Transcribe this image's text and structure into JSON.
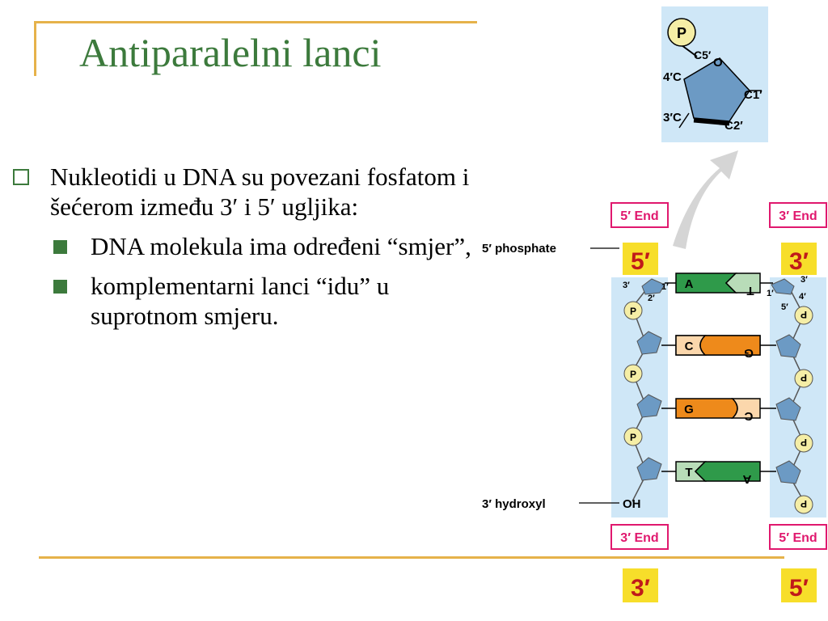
{
  "title": "Antiparalelni lanci",
  "bullets": {
    "main": "Nukleotidi u DNA su povezani fosfatom i šećerom između 3′ i 5′ ugljika:",
    "sub1": "DNA molekula ima određeni “smjer”,",
    "sub2": "komplementarni lanci “idu” u suprotnom smjeru."
  },
  "diagram": {
    "inset": {
      "phosphate": "P",
      "atoms": [
        "C5′",
        "O",
        "4′C",
        "C1′",
        "3′C",
        "C2′"
      ]
    },
    "end_labels": {
      "top_left": "5′ End",
      "top_right": "3′ End",
      "bottom_left": "3′ End",
      "bottom_right": "5′ End"
    },
    "side_labels": {
      "phosphate_5": "5′ phosphate",
      "hydroxyl_3": "3′ hydroxyl",
      "oh": "OH"
    },
    "big_labels": {
      "top_left": "5′",
      "top_right": "3′",
      "bottom_left": "3′",
      "bottom_right": "5′"
    },
    "carbon_numbers": {
      "left_3": "3′",
      "left_2": "2′",
      "left_1": "1′",
      "right_1": "1′",
      "right_5": "5′",
      "right_4": "4′",
      "right_3": "3′"
    },
    "phosphate_symbol": "P",
    "base_pairs": [
      {
        "left": "A",
        "right": "T"
      },
      {
        "left": "C",
        "right": "G"
      },
      {
        "left": "G",
        "right": "C"
      },
      {
        "left": "T",
        "right": "A"
      }
    ],
    "colors": {
      "strand_bg": "#cfe7f7",
      "sugar": "#6c9ac4",
      "phosphate": "#f5eea6",
      "green_base": "#2f9a4a",
      "orange_base": "#ee8a1b",
      "end_label": "#e0186e",
      "big_label": "#c01a1a",
      "big_label_bg": "#f7de2a",
      "title_green": "#3c7a3c",
      "frame_gold": "#e6b24a"
    }
  }
}
